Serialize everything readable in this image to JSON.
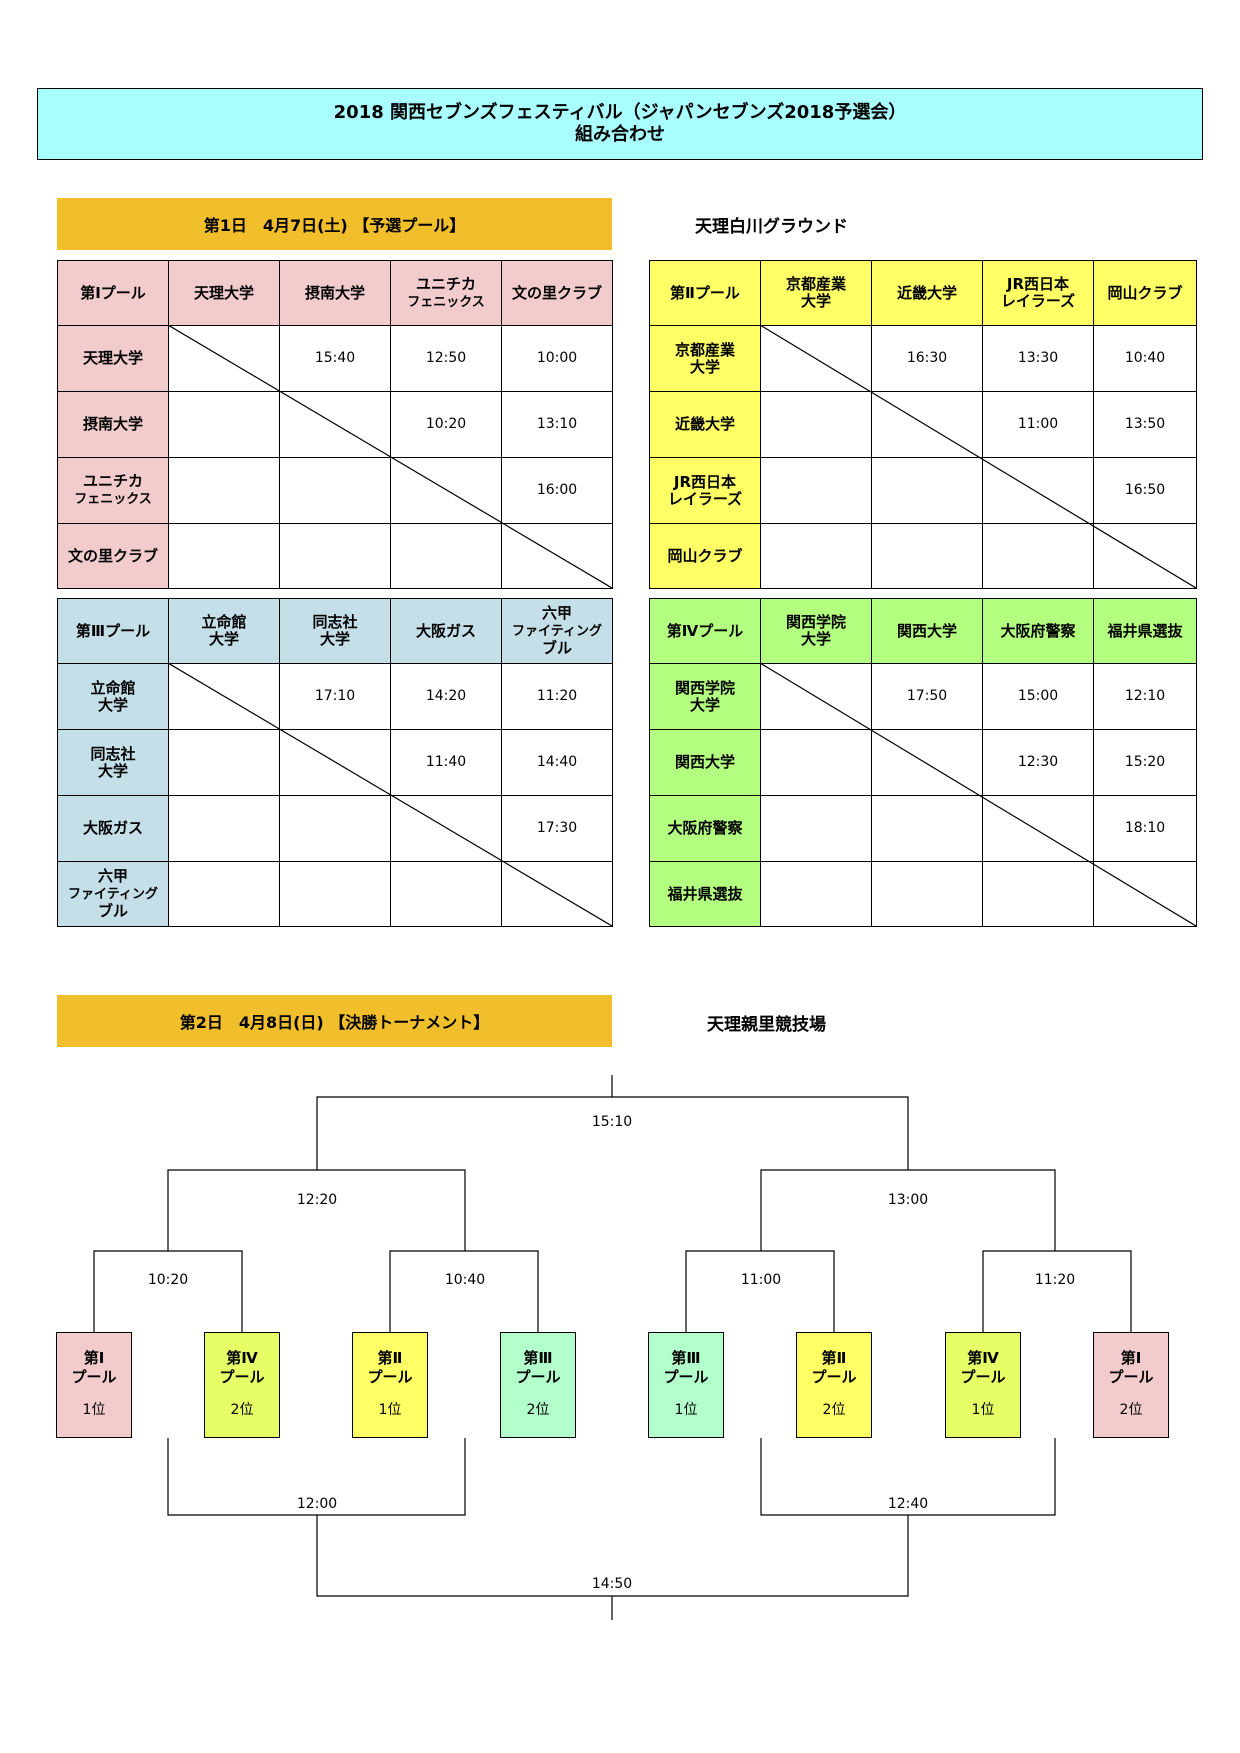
{
  "header": {
    "title_line1": "2018 関西セブンズフェスティバル（ジャパンセブンズ2018予選会）",
    "title_line2": "組み合わせ"
  },
  "day1": {
    "banner": "第1日　4月7日(土) 【予選プール】",
    "venue": "天理白川グラウンド"
  },
  "day2": {
    "banner": "第2日　4月8日(日) 【決勝トーナメント】",
    "venue": "天理親里競技場"
  },
  "pools": [
    {
      "name": "第Ⅰプール",
      "color": "#f2cccc",
      "teams": [
        "天理大学",
        "摂南大学",
        "ユニチカ\nフェニックス",
        "文の里クラブ"
      ],
      "times": [
        [
          "",
          "15:40",
          "12:50",
          "10:00"
        ],
        [
          "",
          "",
          "10:20",
          "13:10"
        ],
        [
          "",
          "",
          "",
          "16:00"
        ],
        [
          "",
          "",
          "",
          ""
        ]
      ]
    },
    {
      "name": "第Ⅱプール",
      "color": "#ffff66",
      "teams": [
        "京都産業\n大学",
        "近畿大学",
        "JR西日本\nレイラーズ",
        "岡山クラブ"
      ],
      "times": [
        [
          "",
          "16:30",
          "13:30",
          "10:40"
        ],
        [
          "",
          "",
          "11:00",
          "13:50"
        ],
        [
          "",
          "",
          "",
          "16:50"
        ],
        [
          "",
          "",
          "",
          ""
        ]
      ]
    },
    {
      "name": "第Ⅲプール",
      "color": "#c4dfe8",
      "teams": [
        "立命館\n大学",
        "同志社\n大学",
        "大阪ガス",
        "六甲\nファイティング\nブル"
      ],
      "times": [
        [
          "",
          "17:10",
          "14:20",
          "11:20"
        ],
        [
          "",
          "",
          "11:40",
          "14:40"
        ],
        [
          "",
          "",
          "",
          "17:30"
        ],
        [
          "",
          "",
          "",
          ""
        ]
      ]
    },
    {
      "name": "第Ⅳプール",
      "color": "#b3ff80",
      "teams": [
        "関西学院\n大学",
        "関西大学",
        "大阪府警察",
        "福井県選抜"
      ],
      "times": [
        [
          "",
          "17:50",
          "15:00",
          "12:10"
        ],
        [
          "",
          "",
          "12:30",
          "15:20"
        ],
        [
          "",
          "",
          "",
          "18:10"
        ],
        [
          "",
          "",
          "",
          ""
        ]
      ]
    }
  ],
  "tournament": {
    "final_time": "15:10",
    "semi_left_time": "12:20",
    "semi_right_time": "13:00",
    "qf_times": [
      "10:20",
      "10:40",
      "11:00",
      "11:20"
    ],
    "lower_left_time": "12:00",
    "lower_right_time": "12:40",
    "lower_final_time": "14:50",
    "rank1": "1位",
    "rank2": "2位",
    "seeds": [
      {
        "pool": "第Ⅰ\nプール",
        "rank": "1位",
        "color": "#f2cccc"
      },
      {
        "pool": "第Ⅳ\nプール",
        "rank": "2位",
        "color": "#e6ff66"
      },
      {
        "pool": "第Ⅱ\nプール",
        "rank": "1位",
        "color": "#ffff66"
      },
      {
        "pool": "第Ⅲ\nプール",
        "rank": "2位",
        "color": "#b3ffcc"
      },
      {
        "pool": "第Ⅲ\nプール",
        "rank": "1位",
        "color": "#b3ffcc"
      },
      {
        "pool": "第Ⅱ\nプール",
        "rank": "2位",
        "color": "#ffff66"
      },
      {
        "pool": "第Ⅳ\nプール",
        "rank": "1位",
        "color": "#e6ff66"
      },
      {
        "pool": "第Ⅰ\nプール",
        "rank": "2位",
        "color": "#f2cccc"
      }
    ]
  }
}
